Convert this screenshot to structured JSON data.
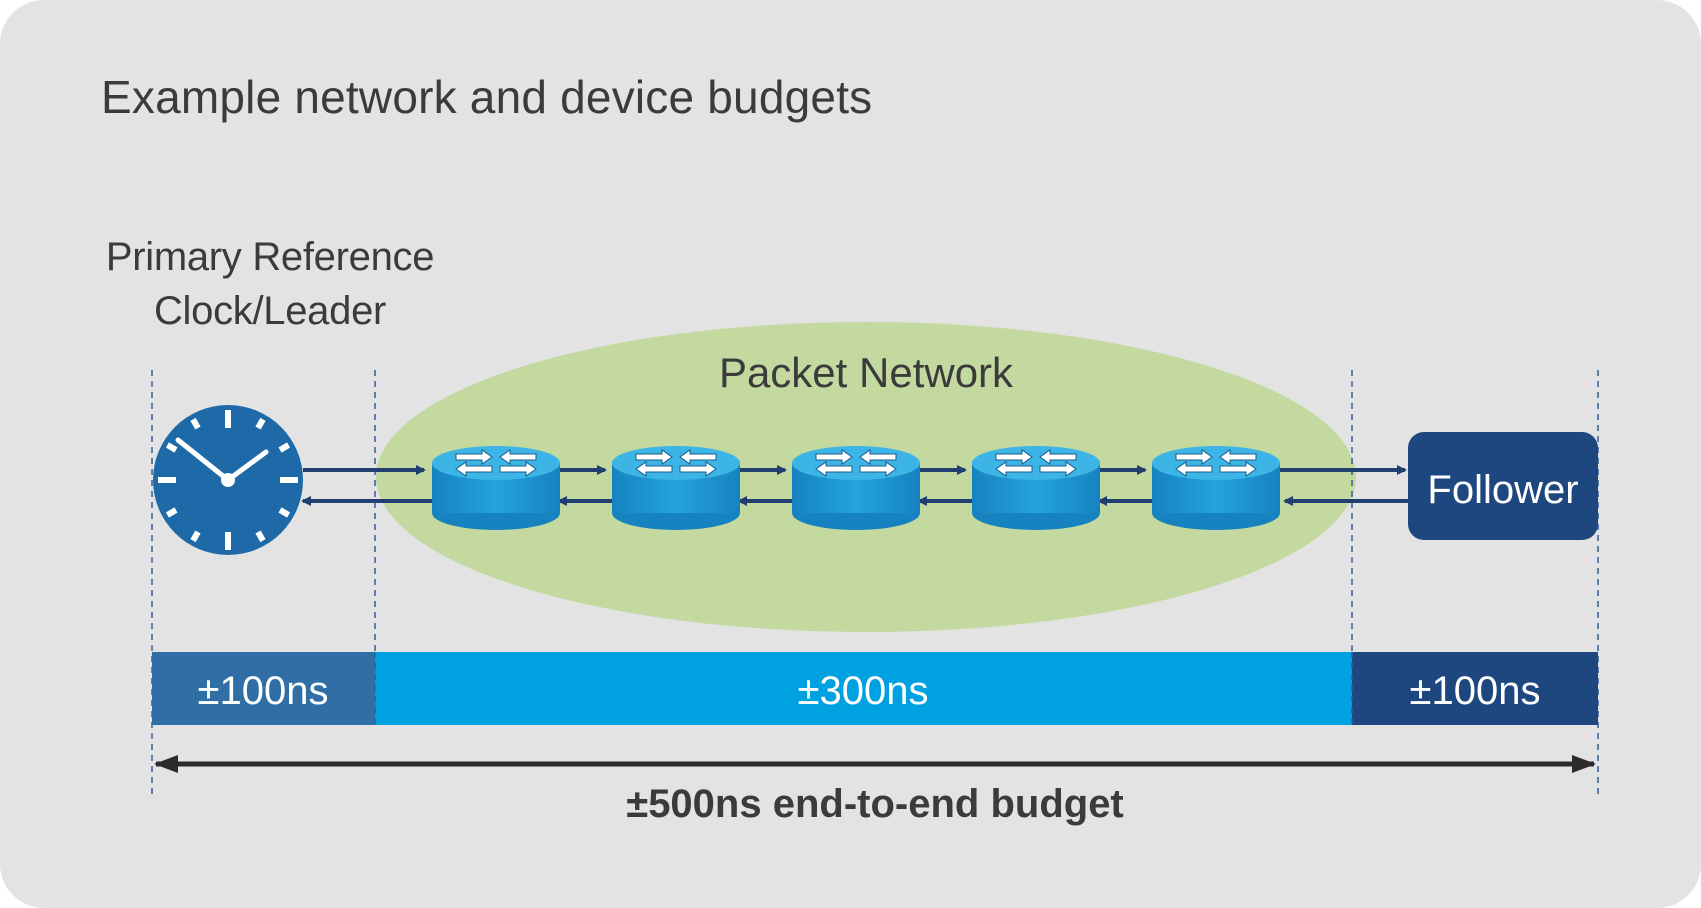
{
  "title": "Example network and device budgets",
  "leader": {
    "line1": "Primary Reference",
    "line2": "Clock/Leader"
  },
  "network": {
    "label": "Packet Network",
    "router_count": 5
  },
  "follower": {
    "label": "Follower"
  },
  "budgets": {
    "leader": "±100ns",
    "network": "±300ns",
    "follower": "±100ns",
    "total": "±500ns end-to-end budget"
  },
  "icons": [
    "clock-icon",
    "router-icon"
  ],
  "colors": {
    "background": "#e3e3e3",
    "network_ellipse": "#c3d9a0",
    "router": "#1f9ad6",
    "leader_budget": "#2f6fa6",
    "network_budget": "#00a1e1",
    "follower_budget": "#1e4780",
    "arrow": "#213f70",
    "text": "#3b3b3b"
  }
}
